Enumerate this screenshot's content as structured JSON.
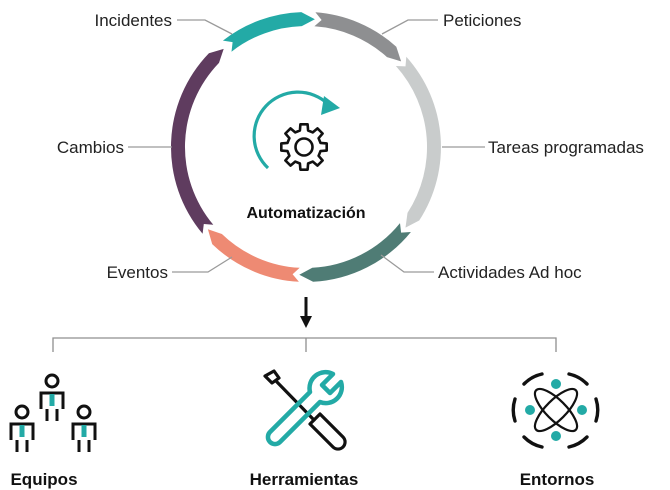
{
  "center": {
    "title": "Automatización",
    "icon": "gear-cycle-icon"
  },
  "cycle_items": [
    {
      "label": "Incidentes",
      "color": "#23aaa6"
    },
    {
      "label": "Peticiones",
      "color": "#8e8f91"
    },
    {
      "label": "Tareas programadas",
      "color": "#c9cccc"
    },
    {
      "label": "Actividades Ad hoc",
      "color": "#4f7c75"
    },
    {
      "label": "Eventos",
      "color": "#ee8a73"
    },
    {
      "label": "Cambios",
      "color": "#5f3c5f"
    }
  ],
  "bottom_items": [
    {
      "label": "Equipos",
      "icon": "team-icon"
    },
    {
      "label": "Herramientas",
      "icon": "tools-icon"
    },
    {
      "label": "Entornos",
      "icon": "environments-icon"
    }
  ],
  "colors": {
    "accent_teal": "#23aaa6",
    "dark": "#111111"
  }
}
